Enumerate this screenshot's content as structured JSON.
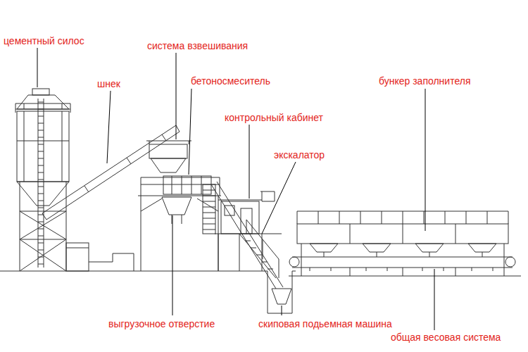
{
  "diagram": {
    "labels": [
      "цементный силос",
      "система взвешивания",
      "шнек",
      "бетоносмеситель",
      "бункер заполнителя",
      "контрольный кабинет",
      "экскалатор",
      "выгрузочное отверстие",
      "скиповая подьемная машина",
      "общая весовая система"
    ]
  }
}
